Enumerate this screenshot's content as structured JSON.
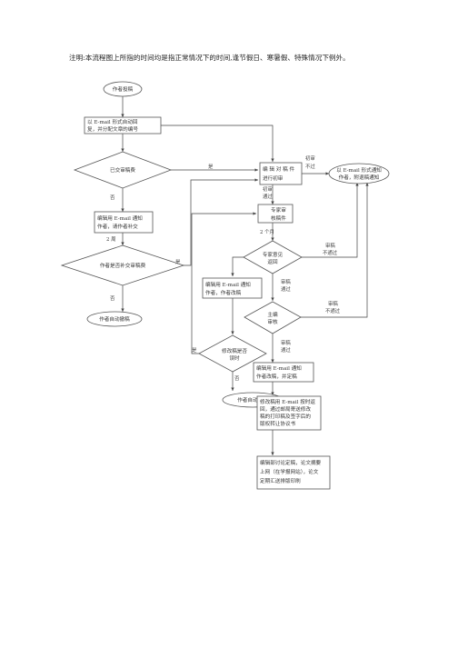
{
  "note": "注明:本流程图上所指的时间均是指正常情况下的时间,逢节假日、寒暑假、特殊情况下例外。",
  "nodes": {
    "submit": [
      "作者投稿"
    ],
    "auto_reply": [
      "以 E-mail 形式自动回",
      "复，并分配文章的编号"
    ],
    "fee_check": [
      "已交审稿费"
    ],
    "notify_fee": [
      "编辑用 E-mail 通知",
      "作者，请作者补交"
    ],
    "fee_after": [
      "作者是否补交审稿费"
    ],
    "auto_withdraw_1": [
      "作者自动撤稿"
    ],
    "prelim": [
      "编 辑 对 稿 件",
      "进行初审"
    ],
    "reject_notice": [
      "以 E-mail 形式通知",
      "作者，附退稿通知"
    ],
    "expert": [
      "专家审",
      "核稿件"
    ],
    "expert_opinion": [
      "专家意见",
      "返回"
    ],
    "revise_notice": [
      "编辑用 E-mail 通知",
      "作者，作者改稿"
    ],
    "revised_ontime": [
      "修改稿是否",
      "误时"
    ],
    "auto_withdraw_2": [
      "作者自动撤稿"
    ],
    "chief": [
      "主编",
      "审核"
    ],
    "final_notice": [
      "编辑用 E-mail 通知",
      "作者改稿，并定稿"
    ],
    "signed": [
      "修改稿用 E-mail 按时返",
      "回，通过邮局寄送修改",
      "稿的打印稿及签字后的",
      "版权转让协议书"
    ],
    "publish": [
      "编辑部讨论定稿，论文摘要",
      "上网（在学报网站），论文",
      "定期汇送排版印刷"
    ]
  },
  "labels": {
    "yes_1": "是",
    "no_1": "否",
    "two_weeks": "2 周",
    "yes_2": "是",
    "no_2": "否",
    "prelim_fail": [
      "初审",
      "不过"
    ],
    "prelim_pass": [
      "初审",
      "通过"
    ],
    "two_months": "2 个月",
    "review_fail_1": [
      "审稿",
      "不通过"
    ],
    "review_pass_1": [
      "审稿",
      "通过"
    ],
    "review_fail_2": [
      "审稿",
      "不通过"
    ],
    "review_pass_2": [
      "审稿",
      "通过"
    ],
    "ontime_yes": "是",
    "ontime_no": "否"
  }
}
